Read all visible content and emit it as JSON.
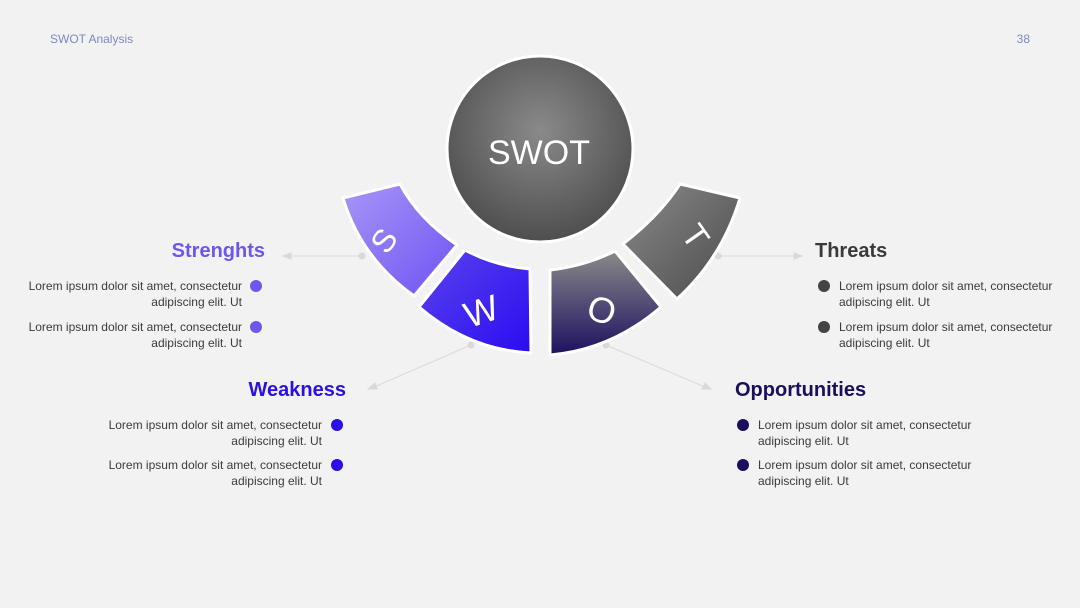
{
  "header": {
    "title": "SWOT Analysis",
    "page_number": "38"
  },
  "center": {
    "label": "SWOT"
  },
  "segments": {
    "s": "S",
    "w": "W",
    "o": "O",
    "t": "T"
  },
  "colors": {
    "strengths": "#6f56f0",
    "weakness": "#2a10e6",
    "opportunities": "#1a0f5c",
    "threats": "#444444"
  },
  "sections": {
    "strengths": {
      "title": "Strenghts",
      "items": [
        "Lorem ipsum dolor sit amet, consectetur adipiscing elit. Ut",
        "Lorem ipsum dolor sit amet, consectetur adipiscing elit. Ut"
      ]
    },
    "weakness": {
      "title": "Weakness",
      "items": [
        "Lorem ipsum dolor sit amet, consectetur adipiscing elit. Ut",
        "Lorem ipsum dolor sit amet, consectetur adipiscing elit. Ut"
      ]
    },
    "opportunities": {
      "title": "Opportunities",
      "items": [
        "Lorem ipsum dolor sit amet, consectetur adipiscing elit. Ut",
        "Lorem ipsum dolor sit amet, consectetur adipiscing elit. Ut"
      ]
    },
    "threats": {
      "title": "Threats",
      "items": [
        "Lorem ipsum dolor sit amet, consectetur adipiscing elit. Ut",
        "Lorem ipsum dolor sit amet, consectetur adipiscing elit. Ut"
      ]
    }
  }
}
